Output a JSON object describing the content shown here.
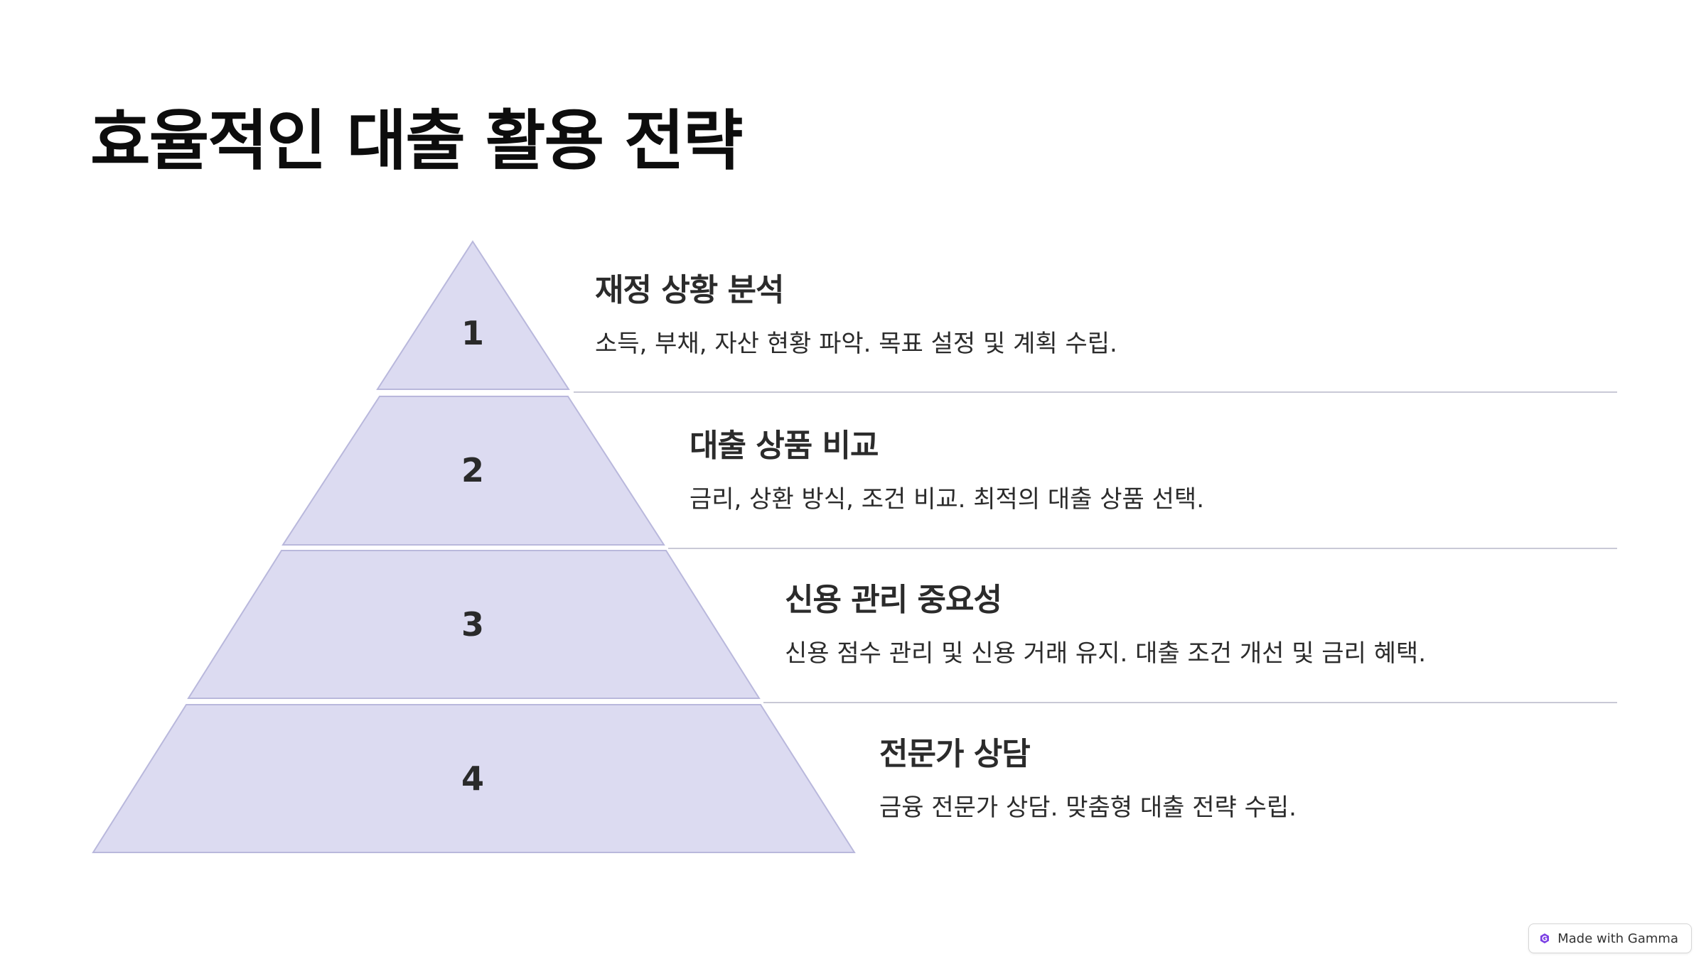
{
  "title": "효율적인 대출 활용 전략",
  "colors": {
    "tier_fill": "#dcdbf1",
    "tier_stroke": "#b9b8dc",
    "divider": "#c9c9d6",
    "text": "#2b2b2b"
  },
  "tiers": [
    {
      "number": "1",
      "heading": "재정 상황 분석",
      "description": "소득, 부채, 자산 현황 파악. 목표 설정 및 계획 수립."
    },
    {
      "number": "2",
      "heading": "대출 상품 비교",
      "description": "금리, 상환 방식, 조건 비교. 최적의 대출 상품 선택."
    },
    {
      "number": "3",
      "heading": "신용 관리 중요성",
      "description": "신용 점수 관리 및 신용 거래 유지. 대출 조건 개선 및 금리 혜택."
    },
    {
      "number": "4",
      "heading": "전문가 상담",
      "description": "금융 전문가 상담. 맞춤형 대출 전략 수립."
    }
  ],
  "badge": {
    "label": "Made with Gamma",
    "icon": "gamma-logo-icon"
  }
}
